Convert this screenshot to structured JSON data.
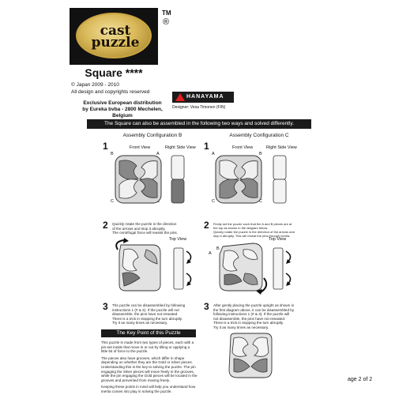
{
  "logo": {
    "line1": "cast",
    "line2": "puzzle",
    "tm": "TM",
    "registered": "®"
  },
  "product": {
    "title": "Square ****"
  },
  "copyright": {
    "line1": "© Japan 2009 - 2010",
    "line2": "All design and copyrights reserved"
  },
  "distribution": {
    "line1": "Exclusive European distribution",
    "line2": "by Eureka bvba - 2800 Mechelen,",
    "line3": "Belgium"
  },
  "brand": {
    "name": "HANAYAMA",
    "designer": "Designer: Vesa Timonen (FIN)"
  },
  "banner": "The Square can also be assembled in the following two ways and solved differently.",
  "config_b": {
    "title": "Assembly Configuration B",
    "front_view": "Front View",
    "right_side_view": "Right Side View",
    "step1": "1",
    "step2": "2",
    "step3": "3",
    "step2_text": [
      "Quickly rotate the puzzle in the direction",
      "of the arrows and stop it abruptly.",
      "The centrifugal force will reassit the pins."
    ],
    "top_view": "Top View",
    "step3_text": [
      "The puzzle can be disassembled by following",
      "instructions 1 (# & 3). If the puzzle will not",
      "disassemble, the pins have not reseated.",
      "There is a trick in stopping the turn abruptly.",
      "Try it as many times as necessary."
    ]
  },
  "config_c": {
    "title": "Assembly Configuration C",
    "front_view": "Front View",
    "right_side_view": "Right Side View",
    "step1": "1",
    "step2": "2",
    "step3": "3",
    "step2_text": [
      "Firstly set the puzzle such that the A and B pieces are at",
      "the top as shown in the diagram below.",
      "Quickly rotate the puzzle in the direction of the arrows and",
      "stop it abruptly. This will reseat the pins through inertia."
    ],
    "top_view": "Top View",
    "step3_text": [
      "After gently placing the puzzle upright as shown in",
      "the first diagram above, it can be disassembled by",
      "following instructions 1 (# & 3). If the puzzle will",
      "not disassemble, the pins have not reseated.",
      "There is a trick in stopping the turn abruptly.",
      "Try it as many times as necessary."
    ]
  },
  "key_point": {
    "title": "The Key Point of this Puzzle",
    "para1": [
      "This puzzle is made from two types of pieces, each with a",
      "pin-set inside that move in or out by tilting or applying a",
      "little bit of force to the puzzle."
    ],
    "para2": [
      "The pieces also have grooves, which differ in shape",
      "depending on whether they are the Gold or Silver pieces.",
      "Understanding this is the key to solving the puzzle. The pin",
      "engaging the Silver pieces will move freely in the grooves,",
      "while the pin engaging the Gold pieces will be located in the",
      "grooves and prevented from moving freely."
    ],
    "para3": [
      "Keeping these points in mind will help you understand how",
      "inertia comes into play in solving the puzzle."
    ]
  },
  "labels": {
    "a": "A",
    "b": "B",
    "c": "C"
  },
  "page": "age 2 of 2"
}
